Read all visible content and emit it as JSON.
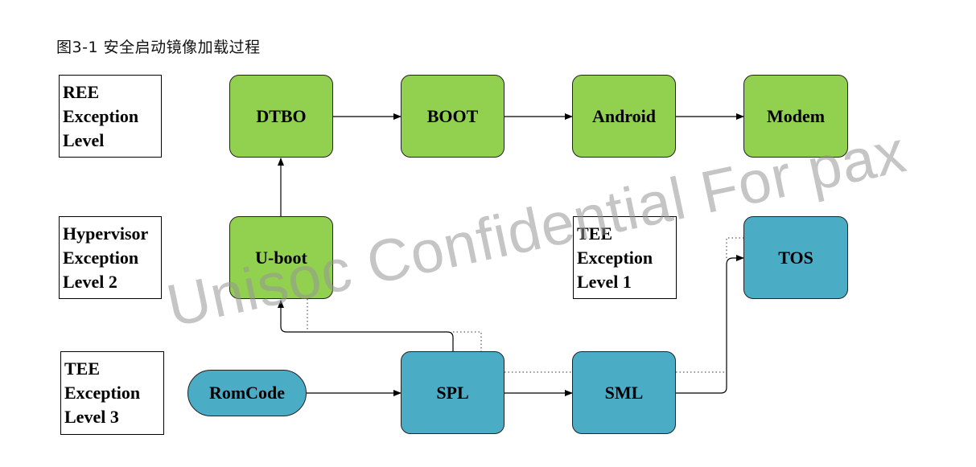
{
  "title": "图3-1  安全启动镜像加载过程",
  "levels": {
    "ree": [
      "REE",
      "Exception",
      "Level"
    ],
    "hyp": [
      "Hypervisor",
      "Exception",
      "Level 2"
    ],
    "tee1": [
      "TEE",
      "Exception",
      "Level 1"
    ],
    "tee3": [
      "TEE",
      "Exception",
      "Level 3"
    ]
  },
  "nodes": {
    "dtbo": "DTBO",
    "boot": "BOOT",
    "android": "Android",
    "modem": "Modem",
    "uboot": "U-boot",
    "tos": "TOS",
    "romcode": "RomCode",
    "spl": "SPL",
    "sml": "SML"
  },
  "colors": {
    "green": "#92d050",
    "teal": "#4bacc6"
  },
  "watermark": "Unisoc Confidential For pax"
}
